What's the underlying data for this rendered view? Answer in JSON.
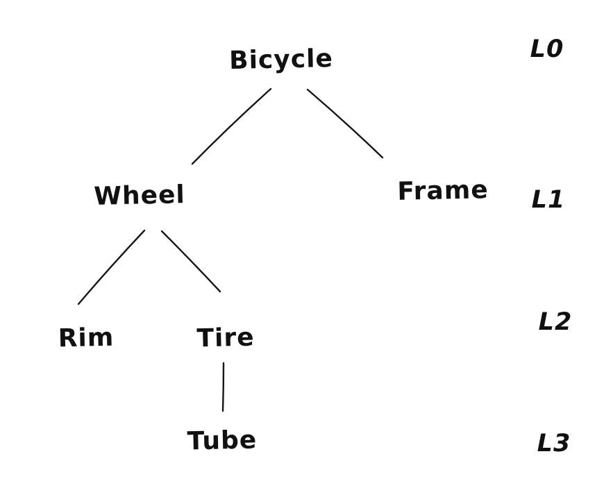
{
  "diagram": {
    "type": "tree",
    "style": "hand-drawn",
    "background_color": "#ffffff",
    "ink_color": "#111111",
    "nodes": [
      {
        "id": "bicycle",
        "label": "Bicycle",
        "level": 0,
        "parent": null
      },
      {
        "id": "wheel",
        "label": "Wheel",
        "level": 1,
        "parent": "bicycle"
      },
      {
        "id": "frame",
        "label": "Frame",
        "level": 1,
        "parent": "bicycle"
      },
      {
        "id": "rim",
        "label": "Rim",
        "level": 2,
        "parent": "wheel"
      },
      {
        "id": "tire",
        "label": "Tire",
        "level": 2,
        "parent": "wheel"
      },
      {
        "id": "tube",
        "label": "Tube",
        "level": 3,
        "parent": "tire"
      }
    ],
    "edges": [
      {
        "from": "bicycle",
        "to": "wheel"
      },
      {
        "from": "bicycle",
        "to": "frame"
      },
      {
        "from": "wheel",
        "to": "rim"
      },
      {
        "from": "wheel",
        "to": "tire"
      },
      {
        "from": "tire",
        "to": "tube"
      }
    ],
    "level_labels": [
      {
        "label": "L0",
        "level": 0
      },
      {
        "label": "L1",
        "level": 1
      },
      {
        "label": "L2",
        "level": 2
      },
      {
        "label": "L3",
        "level": 3
      }
    ]
  }
}
